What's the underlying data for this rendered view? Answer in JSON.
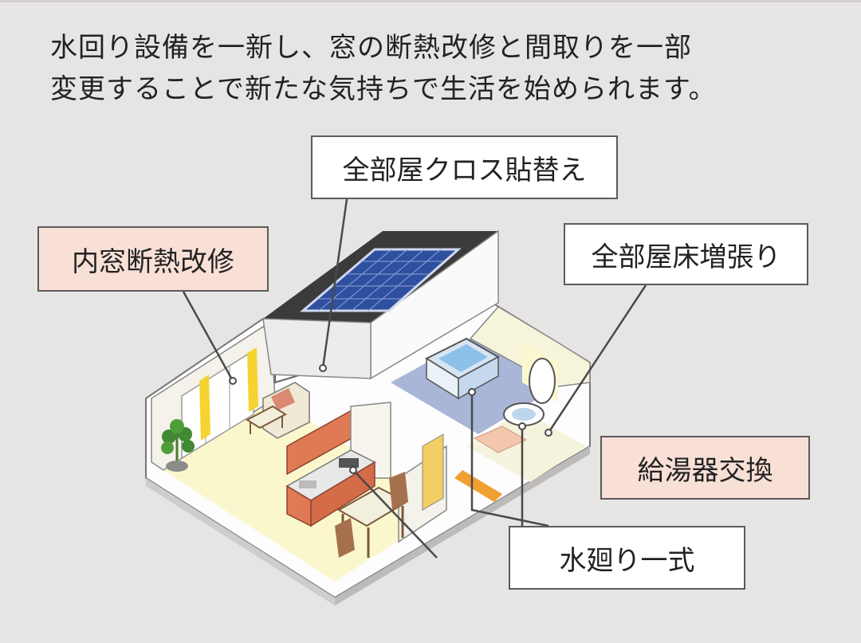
{
  "headline": {
    "line1": "水回り設備を一新し、窓の断熱改修と間取りを一部",
    "line2": "変更することで新たな気持ちで生活を始められます。"
  },
  "callouts": {
    "wallpaper": "全部屋クロス貼替え",
    "inner_window": "内窓断熱改修",
    "flooring": "全部屋床増張り",
    "water_heater": "給湯器交換",
    "plumbing": "水廻り一式"
  },
  "colors": {
    "background": "#e7e4e4",
    "callout_pink": "#f9e0d7",
    "floor": "#fbf7cc",
    "solar_panel": "#2f4fa0",
    "kitchen": "#e07a55"
  }
}
